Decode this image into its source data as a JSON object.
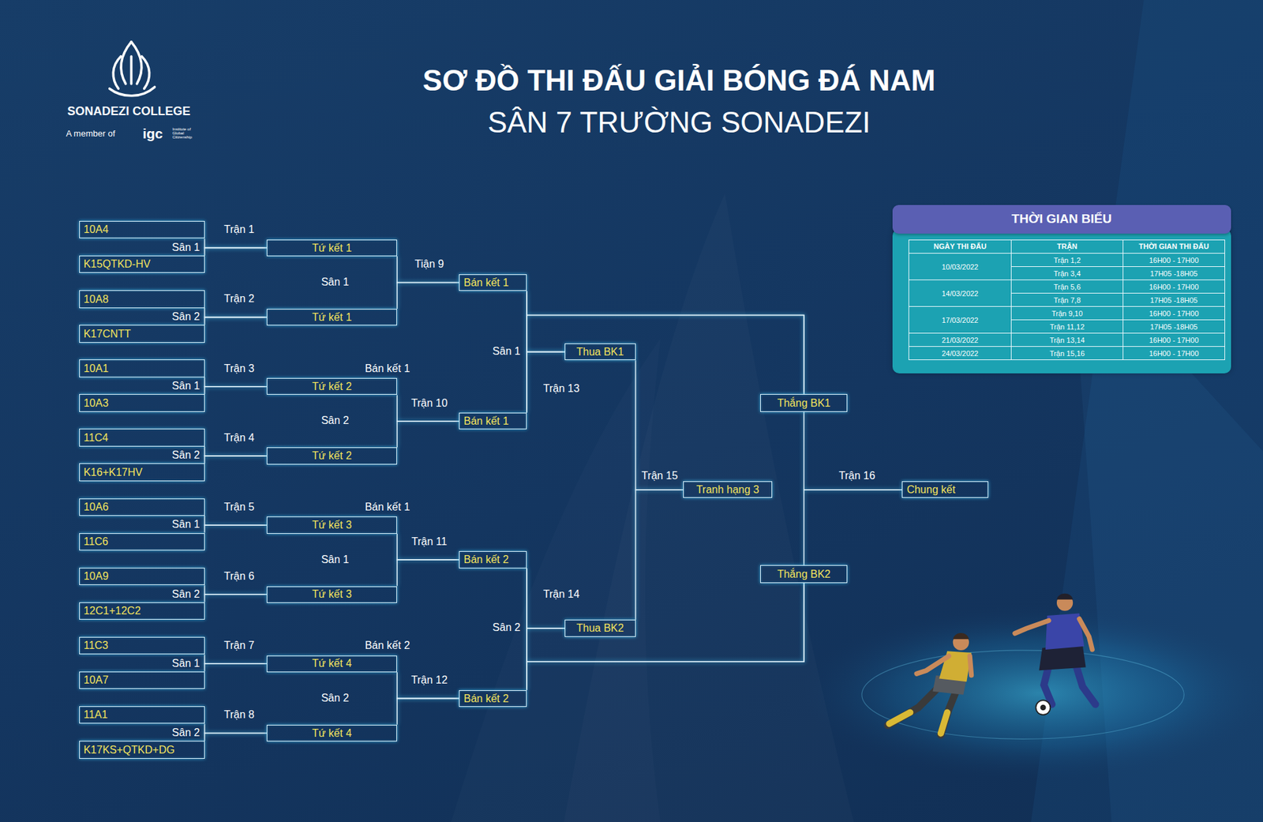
{
  "diagram": {
    "title": "SƠ ĐỒ THI ĐẤU GIẢI BÓNG ĐÁ NAM",
    "nodes": [
      {
        "text": [
          "10A4"
        ]
      },
      {
        "text": [
          "K15QTKD-HV"
        ]
      },
      {
        "text": [
          "10A8"
        ]
      },
      {
        "text": [
          "K17CNTT"
        ]
      },
      {
        "text": [
          "10A1"
        ]
      },
      {
        "text": [
          "10A3"
        ]
      },
      {
        "text": [
          "11C4"
        ]
      },
      {
        "text": [
          "K16+K17HV"
        ]
      },
      {
        "text": [
          "10A6"
        ]
      },
      {
        "text": [
          "11C6"
        ]
      },
      {
        "text": [
          "10A9"
        ]
      },
      {
        "text": [
          "12C1+12C2"
        ]
      },
      {
        "text": [
          "11C3"
        ]
      },
      {
        "text": [
          "10A7"
        ]
      },
      {
        "text": [
          "11A1"
        ]
      },
      {
        "text": [
          "K17KS+QTKD+DG"
        ]
      },
      {
        "text": [
          "Tứ kết 1"
        ]
      },
      {
        "text": [
          "Tứ kết 1"
        ]
      },
      {
        "text": [
          "Tứ kết 2"
        ]
      },
      {
        "text": [
          "Tứ kết 2"
        ]
      },
      {
        "text": [
          "Tứ kết 3"
        ]
      },
      {
        "text": [
          "Tứ kết 3"
        ]
      },
      {
        "text": [
          "Tứ kết 4"
        ]
      },
      {
        "text": [
          "Tứ kết 4"
        ]
      },
      {
        "text": [
          "Bán kết 1"
        ]
      },
      {
        "text": [
          "Bán kết 1"
        ]
      },
      {
        "text": [
          "Bán kết 2"
        ]
      },
      {
        "text": [
          "Bán kết 2"
        ]
      },
      {
        "text": [
          "Thua BK1"
        ]
      },
      {
        "text": [
          "Thua BK2"
        ]
      },
      {
        "text": [
          "Thắng BK1"
        ]
      },
      {
        "text": [
          "Thắng BK2"
        ]
      },
      {
        "text": [
          "Tranh hạng 3"
        ]
      },
      {
        "text": [
          "Chung kết"
        ]
      },
      {
        "text": [
          "THỜI GIAN BIỂU"
        ]
      }
    ],
    "edges": [
      {
        "from": 0,
        "to": 16,
        "arrow": "none",
        "label": "Trận 1"
      },
      {
        "from": 1,
        "to": 16,
        "arrow": "none"
      },
      {
        "from": 2,
        "to": 17,
        "arrow": "none",
        "label": "Trận  2"
      },
      {
        "from": 3,
        "to": 17,
        "arrow": "none"
      },
      {
        "from": 4,
        "to": 18,
        "arrow": "none",
        "label": "Trận  3"
      },
      {
        "from": 5,
        "to": 18,
        "arrow": "none"
      },
      {
        "from": 6,
        "to": 19,
        "arrow": "none",
        "label": "Trận 4"
      },
      {
        "from": 7,
        "to": 19,
        "arrow": "none"
      },
      {
        "from": 8,
        "to": 20,
        "arrow": "none",
        "label": "Trận 5"
      },
      {
        "from": 9,
        "to": 20,
        "arrow": "none"
      },
      {
        "from": 10,
        "to": 21,
        "arrow": "none",
        "label": "Trận  6"
      },
      {
        "from": 11,
        "to": 21,
        "arrow": "none"
      },
      {
        "from": 12,
        "to": 22,
        "arrow": "none",
        "label": "Trận 7"
      },
      {
        "from": 13,
        "to": 22,
        "arrow": "none"
      },
      {
        "from": 14,
        "to": 23,
        "arrow": "none",
        "label": "Trận 8"
      },
      {
        "from": 15,
        "to": 23,
        "arrow": "none"
      },
      {
        "from": 16,
        "to": 24,
        "arrow": "none",
        "label": "Tiận 9"
      },
      {
        "from": 17,
        "to": 24,
        "arrow": "none"
      },
      {
        "from": 18,
        "to": 25,
        "arrow": "none",
        "label": "Trận 10"
      },
      {
        "from": 19,
        "to": 25,
        "arrow": "none"
      },
      {
        "from": 20,
        "to": 26,
        "arrow": "none",
        "label": "Trận 11"
      },
      {
        "from": 21,
        "to": 26,
        "arrow": "none"
      },
      {
        "from": 22,
        "to": 27,
        "arrow": "none",
        "label": "Trận 12"
      },
      {
        "from": 23,
        "to": 27,
        "arrow": "none"
      },
      {
        "from": 24,
        "to": 30,
        "arrow": "none"
      },
      {
        "from": 25,
        "to": 30,
        "arrow": "none"
      },
      {
        "from": 24,
        "to": 28,
        "arrow": "none"
      },
      {
        "from": 25,
        "to": 28,
        "arrow": "none"
      },
      {
        "from": 26,
        "to": 31,
        "arrow": "none"
      },
      {
        "from": 27,
        "to": 31,
        "arrow": "none"
      },
      {
        "from": 26,
        "to": 29,
        "arrow": "none"
      },
      {
        "from": 27,
        "to": 29,
        "arrow": "none"
      },
      {
        "from": 28,
        "to": 32,
        "arrow": "none",
        "label": "Trận 15"
      },
      {
        "from": 29,
        "to": 32,
        "arrow": "none"
      },
      {
        "from": 30,
        "to": 33,
        "arrow": "none",
        "label": "Trận 16"
      },
      {
        "from": 31,
        "to": 33,
        "arrow": "none"
      }
    ],
    "labels": [
      "SÂN 7 TRƯỜNG SONADEZI",
      "SONADEZI COLLEGE",
      "A member of",
      "igc",
      "Institute of Global Citizenship",
      "Sân  1",
      "Sân 2",
      "Sân 1",
      "Sân 2",
      "Sân 1",
      "Sân 2",
      "Sân 1",
      "Sân 2",
      "Sân 1",
      "Sân 2",
      "Sân 1",
      "Sân 2",
      "Sân 1",
      "Sân 2",
      "Bán kết 1",
      "Bán kết 1",
      "Bán kết 2",
      "Trận 13",
      "Trận 14",
      "NGÀY THI ĐẤU",
      "TRẬN",
      "THỜI GIAN THI ĐẤU",
      "10/03/2022",
      "Trận 1,2",
      "16H00 - 17H00",
      "Trận 3,4",
      "17H05 -18H05",
      "14/03/2022",
      "Trận 5,6",
      "16H00 - 17H00",
      "Trận 7,8",
      "17H05 -18H05",
      "17/03/2022",
      "Trận 9,10",
      "16H00 - 17H00",
      "Trận 11,12",
      "17H05 -18H05",
      "21/03/2022",
      "Trận 13,14",
      "16H00 - 17H00",
      "24/03/2022",
      "Trận 15,16",
      "16H00 - 17H00"
    ]
  }
}
